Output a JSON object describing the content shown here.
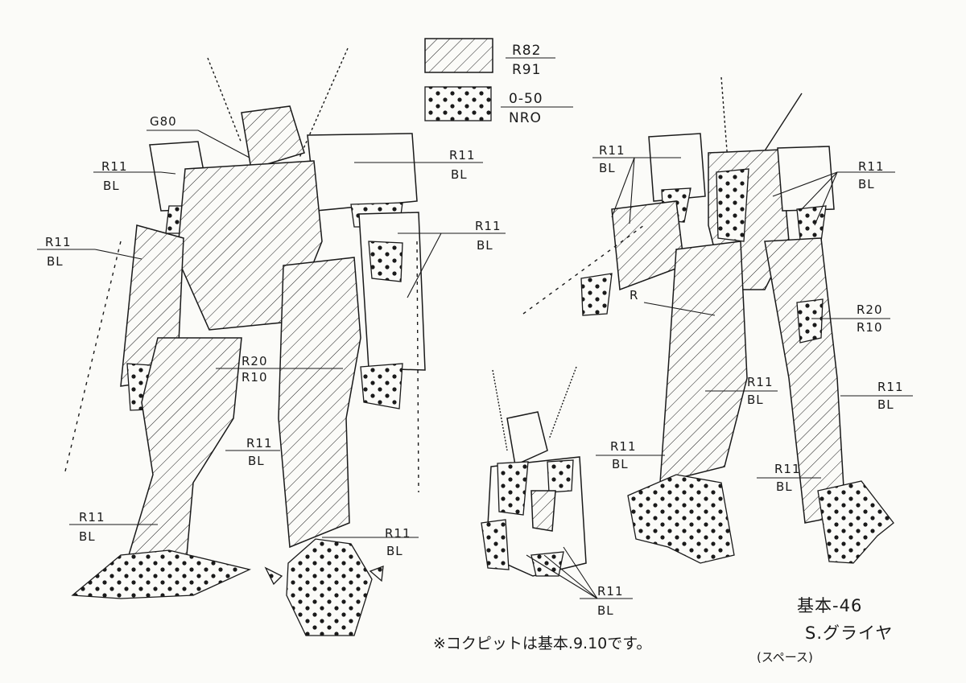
{
  "legend": {
    "hatch": {
      "top": "R82",
      "bottom": "R91"
    },
    "dots": {
      "top": "0-50",
      "bottom": "NRO"
    }
  },
  "callouts": {
    "left_figure": [
      {
        "top": "G80",
        "bottom": ""
      },
      {
        "top": "R11",
        "bottom": "BL"
      },
      {
        "top": "R11",
        "bottom": "BL"
      },
      {
        "top": "R11",
        "bottom": "BL"
      },
      {
        "top": "R11",
        "bottom": "BL"
      },
      {
        "top": "R20",
        "bottom": "R10"
      },
      {
        "top": "R11",
        "bottom": "BL"
      },
      {
        "top": "R11",
        "bottom": "BL"
      },
      {
        "top": "R11",
        "bottom": "BL"
      }
    ],
    "center_figure": [
      {
        "top": "R11",
        "bottom": "BL"
      }
    ],
    "right_figure": [
      {
        "top": "R11",
        "bottom": "BL"
      },
      {
        "top": "R11",
        "bottom": "BL"
      },
      {
        "top": "R",
        "bottom": ""
      },
      {
        "top": "R20",
        "bottom": "R10"
      },
      {
        "top": "R11",
        "bottom": "BL"
      },
      {
        "top": "R11",
        "bottom": "BL"
      },
      {
        "top": "R11",
        "bottom": "BL"
      },
      {
        "top": "R11",
        "bottom": "BL"
      }
    ]
  },
  "footer": {
    "note": "※コクピットは基本.9.10です。",
    "sheet_number": "基本-46",
    "unit_name": "S.グライヤ",
    "variant": "(スペース)"
  },
  "colors": {
    "ink": "#1a1a1a",
    "paper": "#fbfbf8"
  }
}
